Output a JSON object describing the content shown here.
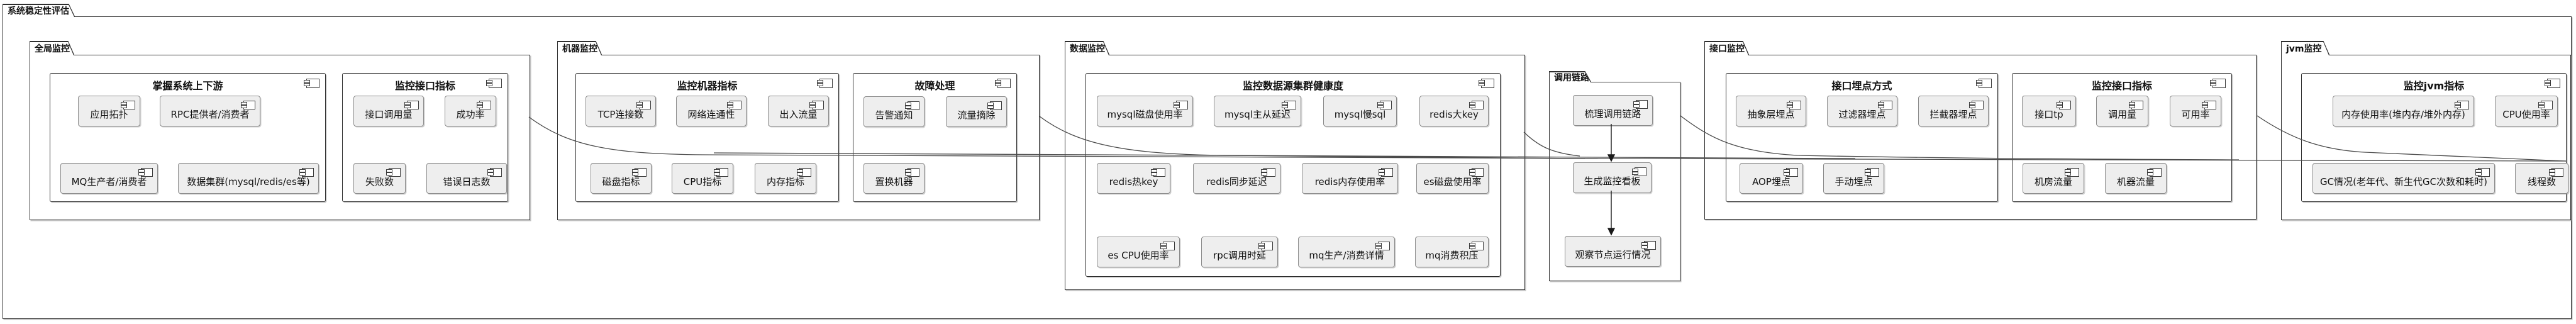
{
  "title": "系统稳定性评估",
  "colors": {
    "component_fill": "#eeeeee",
    "frame_border": "#2e2e2e",
    "link_line": "#4a4a4a"
  },
  "frames": [
    {
      "label": "全局监控",
      "boxes": [
        {
          "title": "掌握系统上下游",
          "components": [
            "应用拓扑",
            "RPC提供者/消费者",
            "MQ生产者/消费者",
            "数据集群(mysql/redis/es等)"
          ]
        },
        {
          "title": "监控接口指标",
          "components": [
            "接口调用量",
            "成功率",
            "失败数",
            "错误日志数"
          ]
        }
      ]
    },
    {
      "label": "机器监控",
      "boxes": [
        {
          "title": "监控机器指标",
          "components": [
            "TCP连接数",
            "网络连通性",
            "出入流量",
            "磁盘指标",
            "CPU指标",
            "内存指标"
          ]
        },
        {
          "title": "故障处理",
          "components": [
            "告警通知",
            "流量摘除",
            "置换机器"
          ]
        }
      ]
    },
    {
      "label": "数据监控",
      "boxes": [
        {
          "title": "监控数据源集群健康度",
          "components": [
            "mysql磁盘使用率",
            "mysql主从延迟",
            "mysql慢sql",
            "redis大key",
            "redis热key",
            "redis同步延迟",
            "redis内存使用率",
            "es磁盘使用率",
            "es CPU使用率",
            "rpc调用时延",
            "mq生产/消费详情",
            "mq消费积压"
          ]
        }
      ]
    },
    {
      "label": "调用链路",
      "steps": [
        "梳理调用链路",
        "生成监控看板",
        "观察节点运行情况"
      ]
    },
    {
      "label": "接口监控",
      "boxes": [
        {
          "title": "接口埋点方式",
          "components": [
            "抽象层埋点",
            "过滤器埋点",
            "拦截器埋点",
            "AOP埋点",
            "手动埋点"
          ]
        },
        {
          "title": "监控接口指标",
          "components": [
            "接口tp",
            "调用量",
            "可用率",
            "机房流量",
            "机器流量"
          ]
        }
      ]
    },
    {
      "label": "jvm监控",
      "boxes": [
        {
          "title": "监控jvm指标",
          "components": [
            "内存使用率(堆内存/堆外内存)",
            "CPU使用率",
            "GC情况(老年代、新生代GC次数和耗时)",
            "线程数"
          ]
        }
      ]
    }
  ]
}
